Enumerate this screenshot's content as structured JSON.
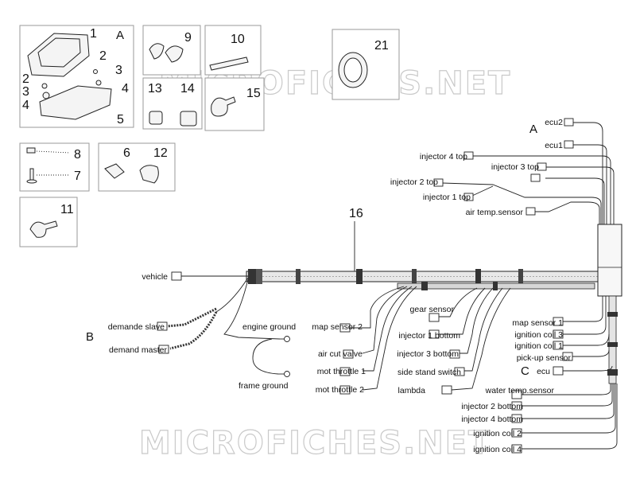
{
  "watermark": "MICROFICHES.NET",
  "groups": {
    "a": "A",
    "b": "B",
    "c": "C"
  },
  "part_numbers": [
    "1",
    "2",
    "3",
    "4",
    "5",
    "6",
    "7",
    "8",
    "9",
    "10",
    "11",
    "12",
    "13",
    "14",
    "15",
    "16",
    "21"
  ],
  "connectors": {
    "ecu2": "ecu2",
    "ecu1": "ecu1",
    "injector4_top": "injector 4 top",
    "injector3_top": "injector 3 top",
    "injector2_top": "injector 2 top",
    "injector1_top": "injector 1 top",
    "air_temp_sensor": "air temp.sensor",
    "vehicle": "vehicle",
    "demande_slave": "demande slave",
    "demand_master": "demand master",
    "engine_ground": "engine ground",
    "frame_ground": "frame ground",
    "map_sensor2": "map sensor 2",
    "air_cut_valve": "air cut valve",
    "mot_throttle1": "mot throttle 1",
    "mot_throttle2": "mot throttle 2",
    "gear_sensor": "gear sensor",
    "injector1_bottom": "injector 1 bottom",
    "injector3_bottom": "injector 3 bottom",
    "side_stand_switch": "side stand switch",
    "lambda": "lambda",
    "map_sensor1": "map sensor 1",
    "ignition_coil3": "ignition coil 3",
    "ignition_coil1": "ignition coil 1",
    "pickup_sensor": "pick-up sensor",
    "ecu": "ecu",
    "water_temp_sensor": "water temp.sensor",
    "injector2_bottom": "injector 2 bottom",
    "injector4_bottom": "injector 4 bottom",
    "ignition_coil2": "ignition coil 2",
    "ignition_coil4": "ignition coil 4"
  }
}
